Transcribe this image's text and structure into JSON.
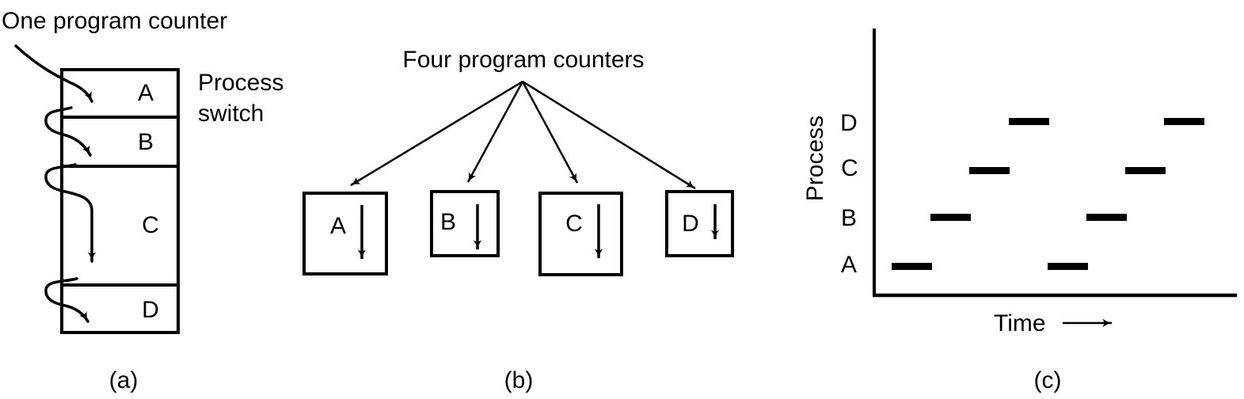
{
  "figure": {
    "panel_a": {
      "annotation": "One program counter",
      "side_label": "Process switch",
      "sections": [
        "A",
        "B",
        "C",
        "D"
      ],
      "caption": "(a)"
    },
    "panel_b": {
      "annotation": "Four program counters",
      "boxes": [
        "A",
        "B",
        "C",
        "D"
      ],
      "caption": "(b)"
    },
    "panel_c": {
      "caption": "(c)"
    }
  },
  "chart_data": {
    "type": "gantt",
    "title": "",
    "xlabel": "Time",
    "ylabel": "Process",
    "categories": [
      "A",
      "B",
      "C",
      "D"
    ],
    "execution_order": [
      "A",
      "B",
      "C",
      "D",
      "A",
      "B",
      "C",
      "D"
    ],
    "slot_count": 8,
    "legend": "none",
    "grid": false,
    "x_axis_arrow": true
  },
  "colors": {
    "ink": "#000000",
    "background": "#ffffff"
  }
}
